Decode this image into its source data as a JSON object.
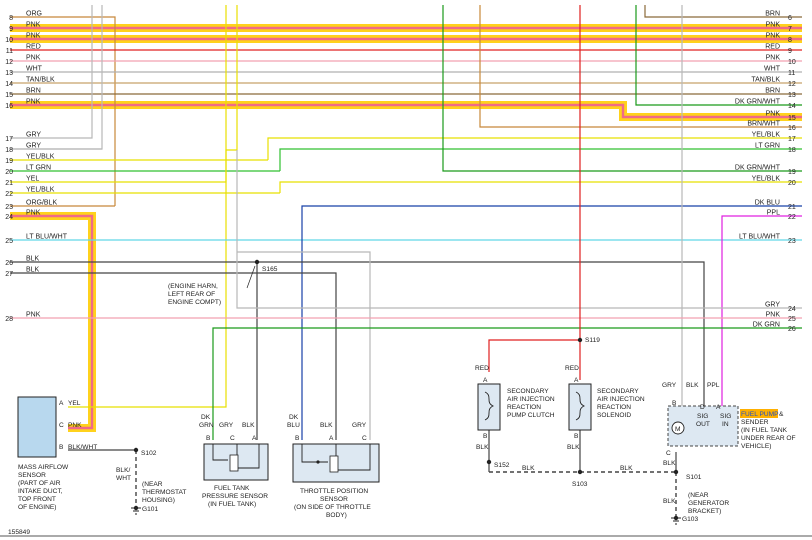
{
  "left_wires": [
    {
      "pin": "8",
      "label": "ORG"
    },
    {
      "pin": "9",
      "label": "PNK"
    },
    {
      "pin": "10",
      "label": "PNK"
    },
    {
      "pin": "11",
      "label": "RED"
    },
    {
      "pin": "12",
      "label": "PNK"
    },
    {
      "pin": "13",
      "label": "WHT"
    },
    {
      "pin": "14",
      "label": "TAN/BLK"
    },
    {
      "pin": "15",
      "label": "BRN"
    },
    {
      "pin": "16",
      "label": "PNK"
    },
    {
      "pin": "17",
      "label": "GRY"
    },
    {
      "pin": "18",
      "label": "GRY"
    },
    {
      "pin": "19",
      "label": "YEL/BLK"
    },
    {
      "pin": "20",
      "label": "LT GRN"
    },
    {
      "pin": "21",
      "label": "YEL"
    },
    {
      "pin": "22",
      "label": "YEL/BLK"
    },
    {
      "pin": "23",
      "label": "ORG/BLK"
    },
    {
      "pin": "24",
      "label": "PNK"
    },
    {
      "pin": "25",
      "label": "LT BLU/WHT"
    },
    {
      "pin": "26",
      "label": "BLK"
    },
    {
      "pin": "27",
      "label": "BLK"
    },
    {
      "pin": "28",
      "label": "PNK"
    }
  ],
  "right_wires": [
    {
      "pin": "6",
      "label": "BRN"
    },
    {
      "pin": "7",
      "label": "PNK"
    },
    {
      "pin": "8",
      "label": "PNK"
    },
    {
      "pin": "9",
      "label": "RED"
    },
    {
      "pin": "10",
      "label": "PNK"
    },
    {
      "pin": "11",
      "label": "WHT"
    },
    {
      "pin": "12",
      "label": "TAN/BLK"
    },
    {
      "pin": "13",
      "label": "BRN"
    },
    {
      "pin": "14",
      "label": "DK GRN/WHT"
    },
    {
      "pin": "15",
      "label": "PNK"
    },
    {
      "pin": "16",
      "label": "BRN/WHT"
    },
    {
      "pin": "17",
      "label": "YEL/BLK"
    },
    {
      "pin": "18",
      "label": "LT GRN"
    },
    {
      "pin": "19",
      "label": "DK GRN/WHT"
    },
    {
      "pin": "20",
      "label": "YEL/BLK"
    },
    {
      "pin": "21",
      "label": "DK BLU"
    },
    {
      "pin": "22",
      "label": "PPL"
    },
    {
      "pin": "23",
      "label": "LT BLU/WHT"
    },
    {
      "pin": "24",
      "label": "GRY"
    },
    {
      "pin": "25",
      "label": "PNK"
    },
    {
      "pin": "26",
      "label": "DK GRN"
    }
  ],
  "splices": {
    "s165": "S165",
    "s119": "S119",
    "s152": "S152",
    "s103": "S103",
    "s101": "S101",
    "s102": "S102"
  },
  "grounds": {
    "g101": "G101",
    "g103": "G103"
  },
  "engine_harness_note": [
    "(ENGINE HARN,",
    "LEFT REAR OF",
    "ENGINE COMPT)"
  ],
  "maf": {
    "name": [
      "MASS AIRFLOW",
      "SENSOR",
      "(PART OF AIR",
      "INTAKE DUCT,",
      "TOP FRONT",
      "OF ENGINE)"
    ],
    "pin_a": "A",
    "wire_a": "YEL",
    "pin_c": "C",
    "wire_c": "PNK",
    "pin_b": "B",
    "wire_b": "BLK/WHT"
  },
  "s102_wire": [
    "BLK/",
    "WHT"
  ],
  "g101_note": [
    "(NEAR",
    "THERMOSTAT",
    "HOUSING)"
  ],
  "ftps": {
    "name": [
      "FUEL TANK",
      "PRESSURE SENSOR",
      "(IN FUEL TANK)"
    ],
    "wire1": [
      "DK",
      "GRN"
    ],
    "wire2": "GRY",
    "wire3": "BLK",
    "pins": [
      "B",
      "C",
      "A"
    ]
  },
  "tps": {
    "name": [
      "THROTTLE POSITION",
      "SENSOR",
      "(ON SIDE OF THROTTLE",
      "BODY)"
    ],
    "wire1": [
      "DK",
      "BLU"
    ],
    "wire2": "BLK",
    "wire3": "GRY",
    "pins": [
      "B",
      "A",
      "C"
    ]
  },
  "clutch": {
    "name": [
      "SECONDARY",
      "AIR INJECTION",
      "REACTION",
      "PUMP CLUTCH"
    ],
    "wire_top": "RED",
    "wire_bottom": "BLK",
    "pin_top": "A",
    "pin_bottom": "B"
  },
  "solenoid": {
    "name": [
      "SECONDARY",
      "AIR INJECTION",
      "REACTION",
      "SOLENOID"
    ],
    "wire_top": "RED",
    "wire_bottom": "BLK",
    "pin_top": "A",
    "pin_bottom": "B"
  },
  "s103_blk_left": "BLK",
  "s103_blk_right": "BLK",
  "fuel_sender": {
    "highlight": "FUEL PUMP",
    "name_rest": [
      "& ",
      "SENDER",
      "(IN FUEL TANK",
      "UNDER REAR OF",
      "VEHICLE)"
    ],
    "wire_gry": "GRY",
    "wire_blk": "BLK",
    "wire_ppl": "PPL",
    "pins": [
      "B",
      "D",
      "A"
    ],
    "sig_out": [
      "SIG",
      "OUT"
    ],
    "sig_in": [
      "SIG",
      "IN"
    ],
    "motor": "M",
    "pin_c": "C",
    "wire_c": "BLK"
  },
  "g103_wire": "BLK",
  "g103_note": [
    "(NEAR",
    "GENERATOR",
    "BRACKET)"
  ],
  "figure_id": "155849",
  "colors": {
    "pink": "#f2a0b0",
    "red": "#e02020",
    "orange": "#c8883a",
    "yellow": "#f0e000",
    "brown": "#8b6a3a",
    "gray": "#b8b8b8",
    "ltgreen": "#30c030",
    "dkgreen": "#1a9a1a",
    "dkblue": "#1840a8",
    "purple": "#e020e0",
    "ltblue": "#60d8e8",
    "black": "#333333",
    "highlight": "#ffb000",
    "highlight_text": "#2050c8"
  }
}
